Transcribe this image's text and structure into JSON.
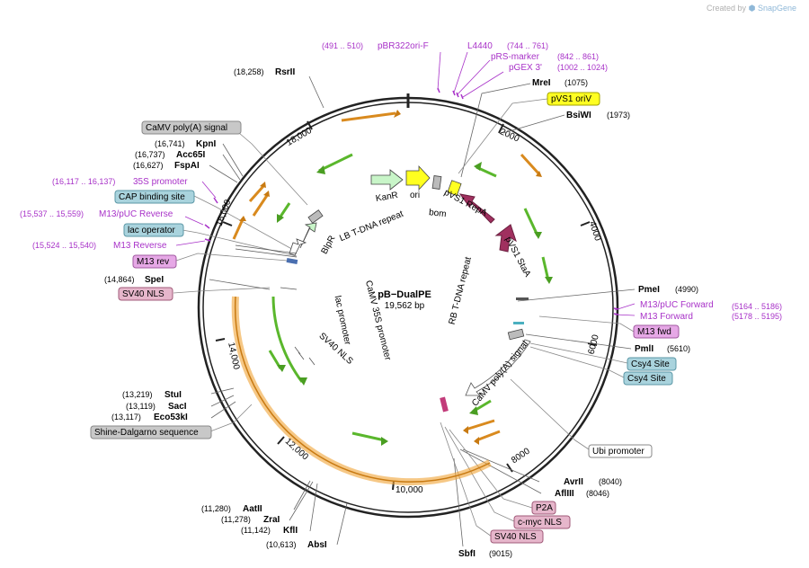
{
  "brand": {
    "created_by": "Created by",
    "app_name": "SnapGene"
  },
  "plasmid": {
    "name": "pB−DualPE",
    "length_label": "19,562 bp",
    "length_bp": 19562
  },
  "ticks": [
    "2000",
    "4000",
    "6000",
    "8000",
    "10,000",
    "12,000",
    "14,000",
    "16,000",
    "18,000"
  ],
  "sites": [
    {
      "coord": "(18,258)",
      "name": "RsrII"
    },
    {
      "coord": "(16,741)",
      "name": "KpnI"
    },
    {
      "coord": "(16,737)",
      "name": "Acc65I"
    },
    {
      "coord": "(16,627)",
      "name": "FspAI"
    },
    {
      "coord": "(14,864)",
      "name": "SpeI"
    },
    {
      "coord": "(13,219)",
      "name": "StuI"
    },
    {
      "coord": "(13,119)",
      "name": "SacI"
    },
    {
      "coord": "(13,117)",
      "name": "Eco53kI"
    },
    {
      "coord": "(11,280)",
      "name": "AatII"
    },
    {
      "coord": "(11,278)",
      "name": "ZraI"
    },
    {
      "coord": "(11,142)",
      "name": "KflI"
    },
    {
      "coord": "(10,613)",
      "name": "AbsI"
    },
    {
      "coord": "(1075)",
      "name": "MreI"
    },
    {
      "coord": "(1973)",
      "name": "BsiWI"
    },
    {
      "coord": "(4990)",
      "name": "PmeI"
    },
    {
      "coord": "(5610)",
      "name": "PmlI"
    },
    {
      "coord": "(8040)",
      "name": "AvrII"
    },
    {
      "coord": "(8046)",
      "name": "AflIII"
    },
    {
      "coord": "(9015)",
      "name": "SbfI"
    }
  ],
  "primers": [
    {
      "range": "(491 .. 510)",
      "name": "pBR322ori-F"
    },
    {
      "range": "(744 .. 761)",
      "name": "L4440"
    },
    {
      "range": "(842 .. 861)",
      "name": "pRS-marker"
    },
    {
      "range": "(1002 .. 1024)",
      "name": "pGEX 3'"
    },
    {
      "range": "(16,117 .. 16,137)",
      "name": "35S promoter"
    },
    {
      "range": "(15,537 .. 15,559)",
      "name": "M13/pUC Reverse"
    },
    {
      "range": "(15,524 .. 15,540)",
      "name": "M13 Reverse"
    },
    {
      "range": "(5164 .. 5186)",
      "name": "M13/pUC Forward"
    },
    {
      "range": "(5178 .. 5195)",
      "name": "M13 Forward"
    }
  ],
  "boxed_labels": [
    "CaMV poly(A) signal",
    "CAP binding site",
    "lac operator",
    "M13 rev",
    "SV40 NLS",
    "Shine-Dalgarno sequence",
    "pVS1 oriV",
    "M13 fwd",
    "Csy4 Site",
    "Csy4 Site",
    "Ubi promoter",
    "P2A",
    "c-myc NLS",
    "SV40 NLS"
  ],
  "inner_features": [
    "KanR",
    "ori",
    "bom",
    "pVS1 RepA",
    "pVS1 StaA",
    "LB T-DNA repeat",
    "RB T-DNA repeat",
    "BlpR",
    "CaMV 35S promoter",
    "lac promoter",
    "SV40 NLS",
    "CaMV poly(A) signal"
  ],
  "colors": {
    "backbone": "#222222",
    "site_label": "#000000",
    "primer": "#a832c8",
    "gray_box": "#c8c8c8",
    "teal_box": "#a9d3dd",
    "pink_box": "#e6b6cb",
    "yellow_box": "#ffff22",
    "kanR": "#c8f5c8",
    "ori": "#ffff1f",
    "repA": "#a0305f",
    "orange": "#f0a336",
    "green": "#5ab72c"
  }
}
